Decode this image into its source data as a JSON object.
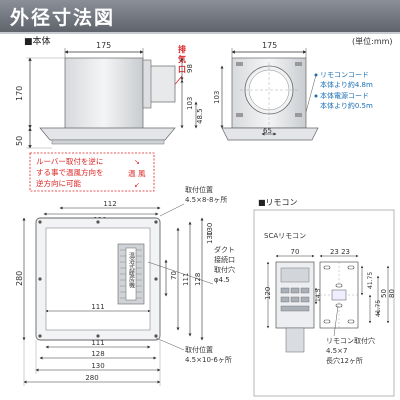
{
  "header": {
    "title": "外径寸法図"
  },
  "unit_note": "(単位:mm)",
  "main_unit": {
    "section_label": "■本体",
    "top_width": "175",
    "exhaust_label_1": "排",
    "exhaust_label_2": "気",
    "exhaust_label_3": "口",
    "dim_98": "98",
    "dim_170": "170",
    "dim_50": "50",
    "dim_103": "103",
    "dim_485": "48.5",
    "side_width": "175",
    "dim_65": "65",
    "dim_103b": "103"
  },
  "remote_cord": {
    "line1": "リモコンコード",
    "line2": "本体より約4.8m",
    "line3": "本体電源コード",
    "line4": "本体より約0.5m"
  },
  "notice": {
    "line1": "ルーバー取付を逆に",
    "line2": "する事で温風方向を",
    "line3": "逆方向に可能",
    "warm_1": "温",
    "warm_2": "風"
  },
  "bottom_view": {
    "mount_pos_label": "取付位置",
    "mount_pos_value": "4.5×8-8ヶ所",
    "dim_112": "112",
    "dim_128": "128",
    "dim_130": "130",
    "duct_line1": "ダクト",
    "duct_line2": "接続口",
    "duct_line3": "取付穴",
    "duct_line4": "φ4.5",
    "dim_70": "70",
    "dim_111": "111",
    "dim_280_h": "280",
    "dim_130_v": "130",
    "dim_128_v": "128",
    "dim_111_v": "111",
    "panel_text": "温浴式暖房機",
    "mount_pos2_label": "取付位置",
    "mount_pos2_value": "4.5×10-6ヶ所",
    "bottom_111": "111",
    "bottom_128": "128",
    "bottom_130": "130",
    "bottom_280": "280"
  },
  "remote": {
    "section_label": "■リモコン",
    "model": "SCAリモコン",
    "dim_70": "70",
    "dim_2323": "23 23",
    "dim_120": "120",
    "dim_145": "14.5",
    "dim_4175a": "41.75",
    "dim_4175b": "41.75",
    "dim_50": "50",
    "dim_80": "80",
    "hole_line1": "リモコン取付穴",
    "hole_line2": "4.5×7",
    "hole_line3": "長穴12ヶ所"
  }
}
